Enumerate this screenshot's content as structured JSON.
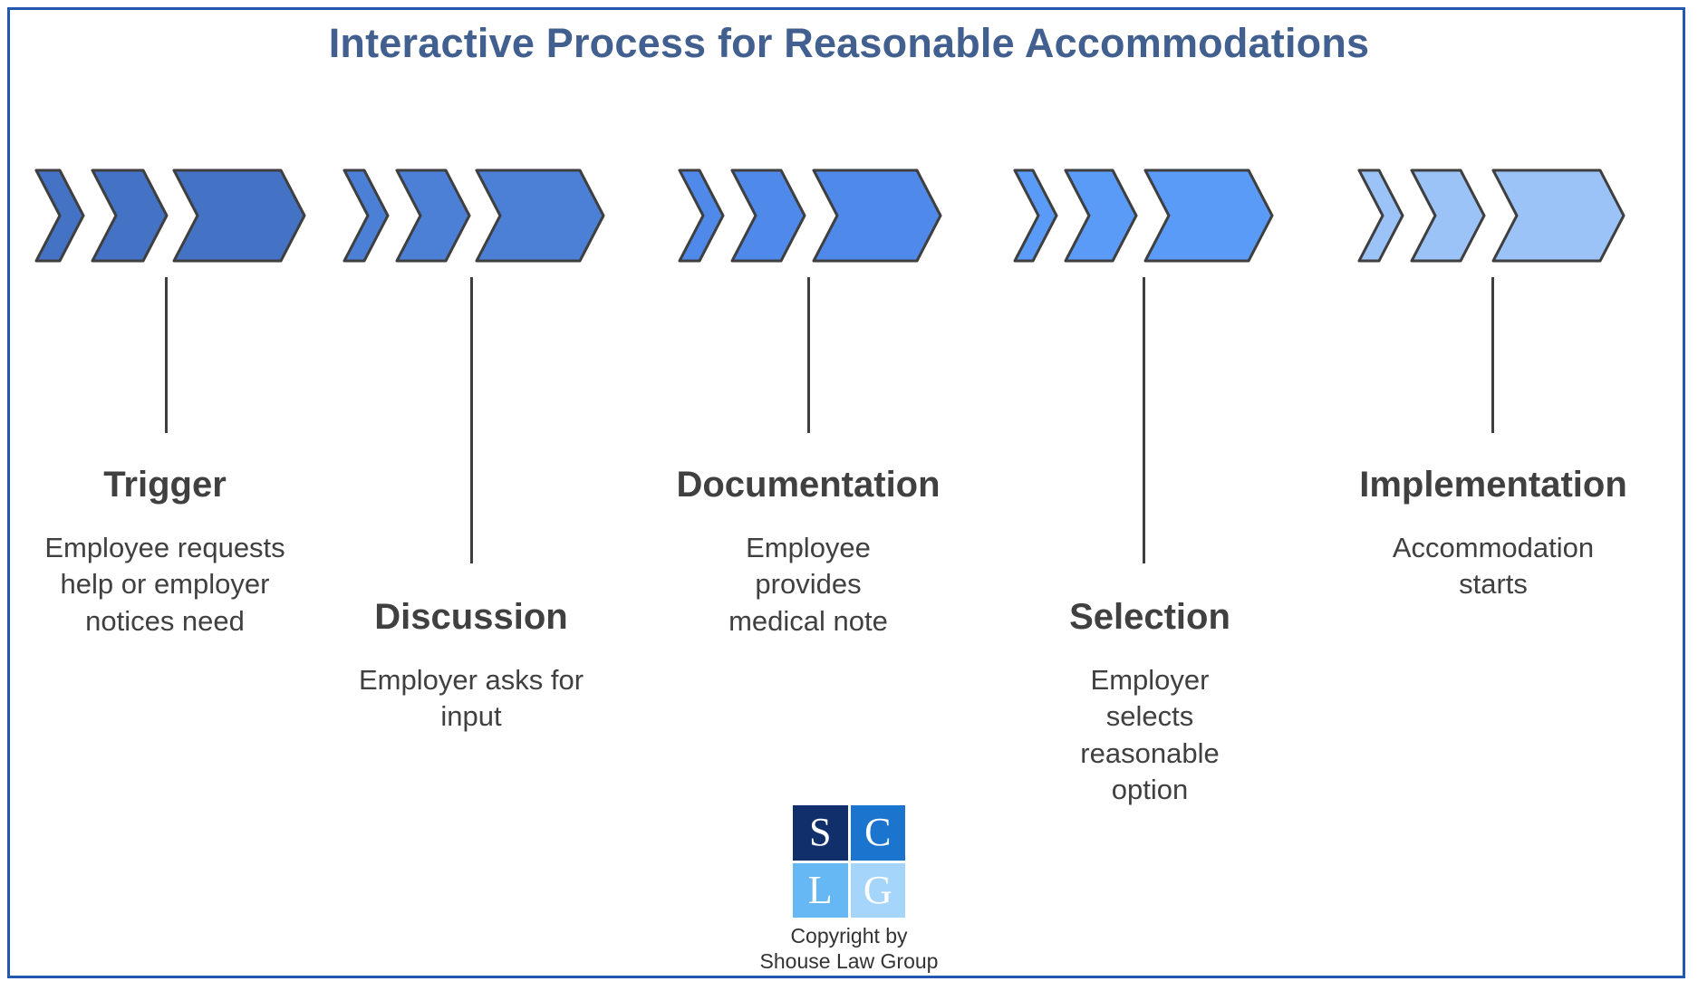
{
  "diagram": {
    "title": "Interactive Process for Reasonable Accommodations",
    "title_color": "#42608f",
    "border_color": "#2457b0",
    "background": "#ffffff",
    "text_color": "#404040",
    "stroke_color": "#3f3f3f",
    "type": "process-flow",
    "stage_count": 5,
    "stages": [
      {
        "id": "trigger",
        "index": 1,
        "title": "Trigger",
        "description": "Employee requests help or employer notices need",
        "description_lines": [
          "Employee",
          "requests help",
          "or employer",
          "notices need"
        ],
        "chevron_color": "#4472C4",
        "label_position": "above"
      },
      {
        "id": "discussion",
        "index": 2,
        "title": "Discussion",
        "description": "Employer asks for input",
        "description_lines": [
          "Employer asks",
          "for input"
        ],
        "chevron_color": "#4B80D6",
        "label_position": "below"
      },
      {
        "id": "documentation",
        "index": 3,
        "title": "Documentation",
        "description": "Employee provides medical note",
        "description_lines": [
          "Employee",
          "provides",
          "medical note"
        ],
        "chevron_color": "#4F8AEA",
        "label_position": "above"
      },
      {
        "id": "selection",
        "index": 4,
        "title": "Selection",
        "description": "Employer selects reasonable option",
        "description_lines": [
          "Employer",
          "selects",
          "reasonable",
          "option"
        ],
        "chevron_color": "#5B9BF8",
        "label_position": "below"
      },
      {
        "id": "implementation",
        "index": 5,
        "title": "Implementation",
        "description": "Accommodation starts",
        "description_lines": [
          "Accommodation",
          "starts"
        ],
        "chevron_color": "#9CC3F7",
        "label_position": "above"
      }
    ]
  },
  "logo": {
    "name": "shouse-law-group-logo",
    "cells": [
      {
        "letter": "S",
        "color": "#11306b"
      },
      {
        "letter": "C",
        "color": "#1b75cf"
      },
      {
        "letter": "L",
        "color": "#66b8f5"
      },
      {
        "letter": "G",
        "color": "#a5d5fb"
      }
    ],
    "caption_line1": "Copyright by",
    "caption_line2": "Shouse Law Group"
  }
}
